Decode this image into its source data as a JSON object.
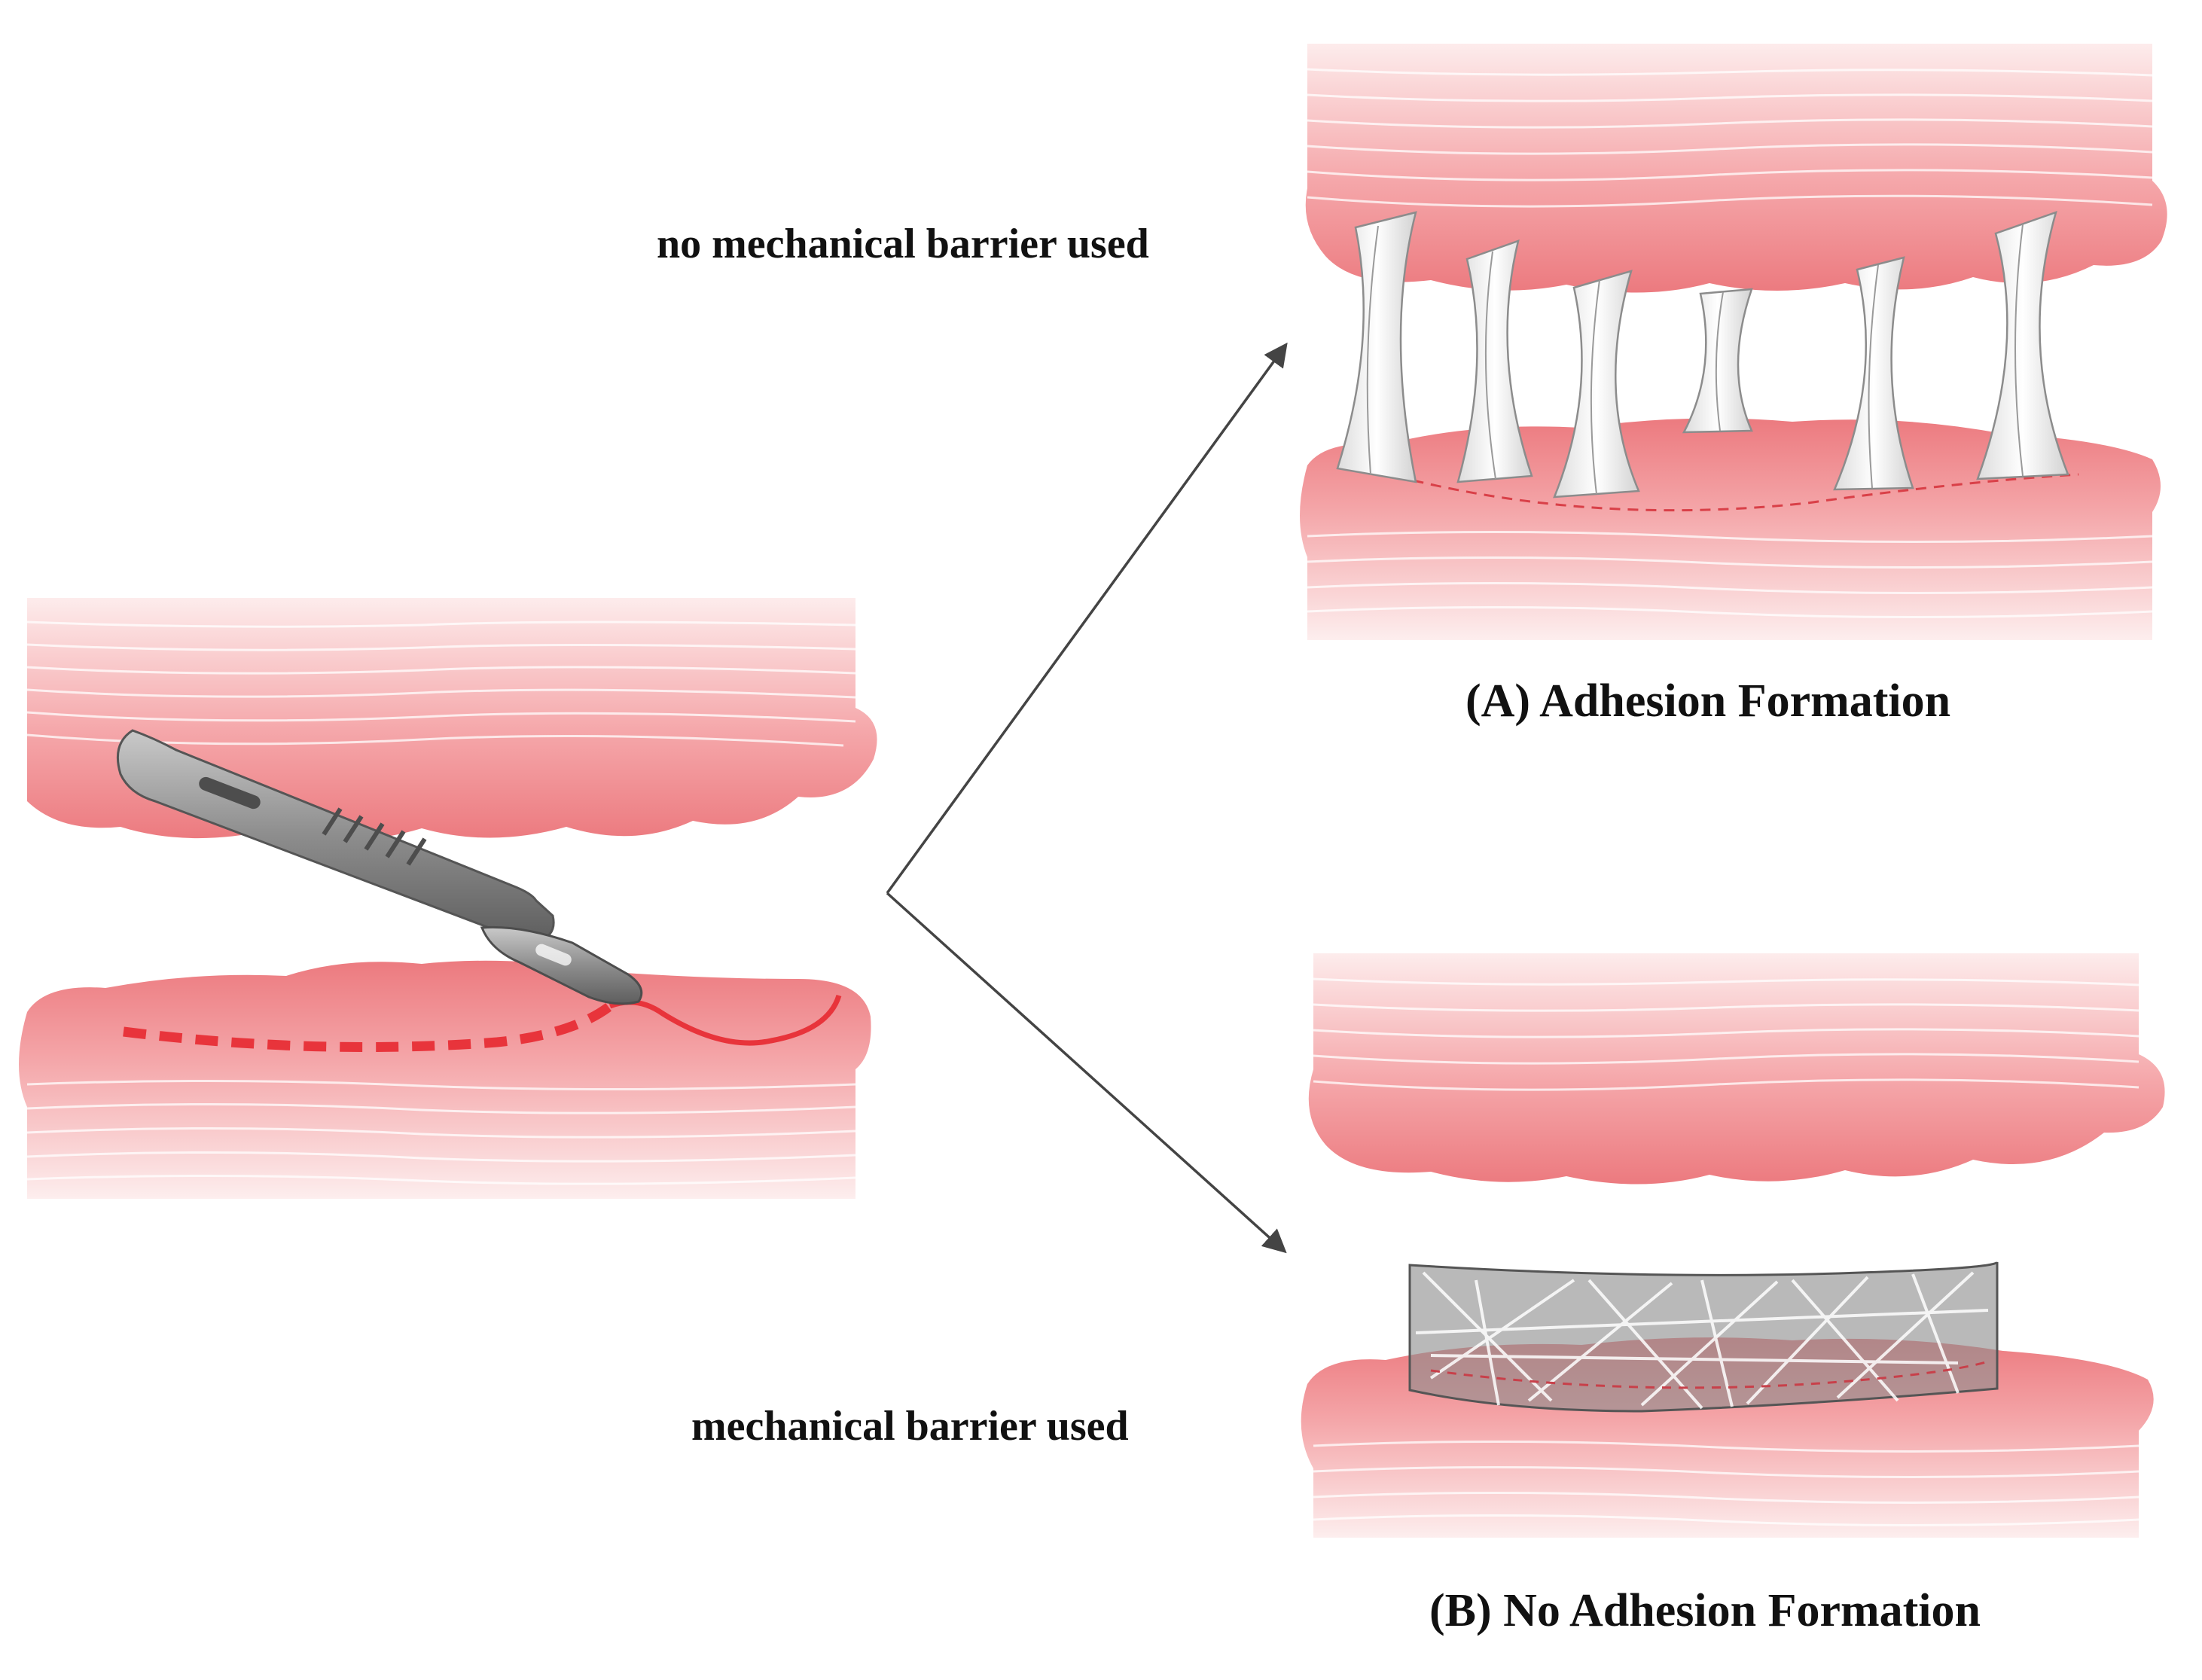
{
  "labels": {
    "no_barrier": "no mechanical barrier used",
    "barrier": "mechanical barrier used",
    "caption_a": "(A) Adhesion Formation",
    "caption_b": "(B) No Adhesion Formation"
  },
  "colors": {
    "tissue_dark": "#ec7a7f",
    "tissue_light": "#fbe3e4",
    "incision": "#e8343b",
    "adhesion_band": "#f4f4f4",
    "barrier_mesh": "#8e8e8e",
    "scalpel": "#7d7d7d",
    "arrow": "#444444"
  },
  "icons": {
    "tool": "scalpel-icon",
    "outcome_a": "adhesion-bands",
    "outcome_b": "mesh-barrier"
  }
}
